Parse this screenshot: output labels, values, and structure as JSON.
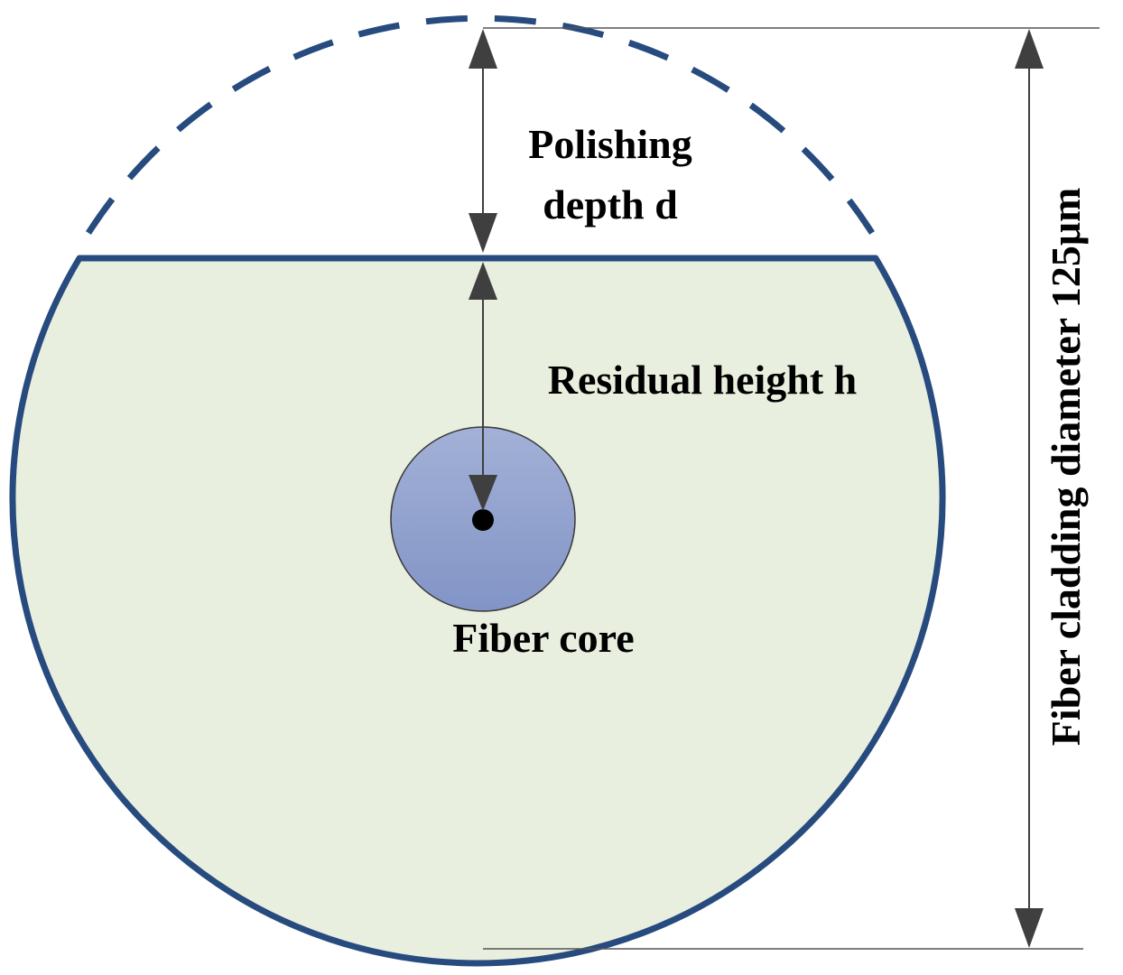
{
  "labels": {
    "polishing_line1": "Polishing",
    "polishing_line2": "depth d",
    "residual": "Residual height h",
    "core": "Fiber core",
    "diameter": "Fiber cladding diameter 125μm"
  },
  "colors": {
    "outline": "#274b7f",
    "cladding_fill": "#e9efdf",
    "core_fill_top": "#a3b1d7",
    "core_fill_bottom": "#8294c6",
    "arrow": "#3f3f3f",
    "text": "#000000"
  }
}
